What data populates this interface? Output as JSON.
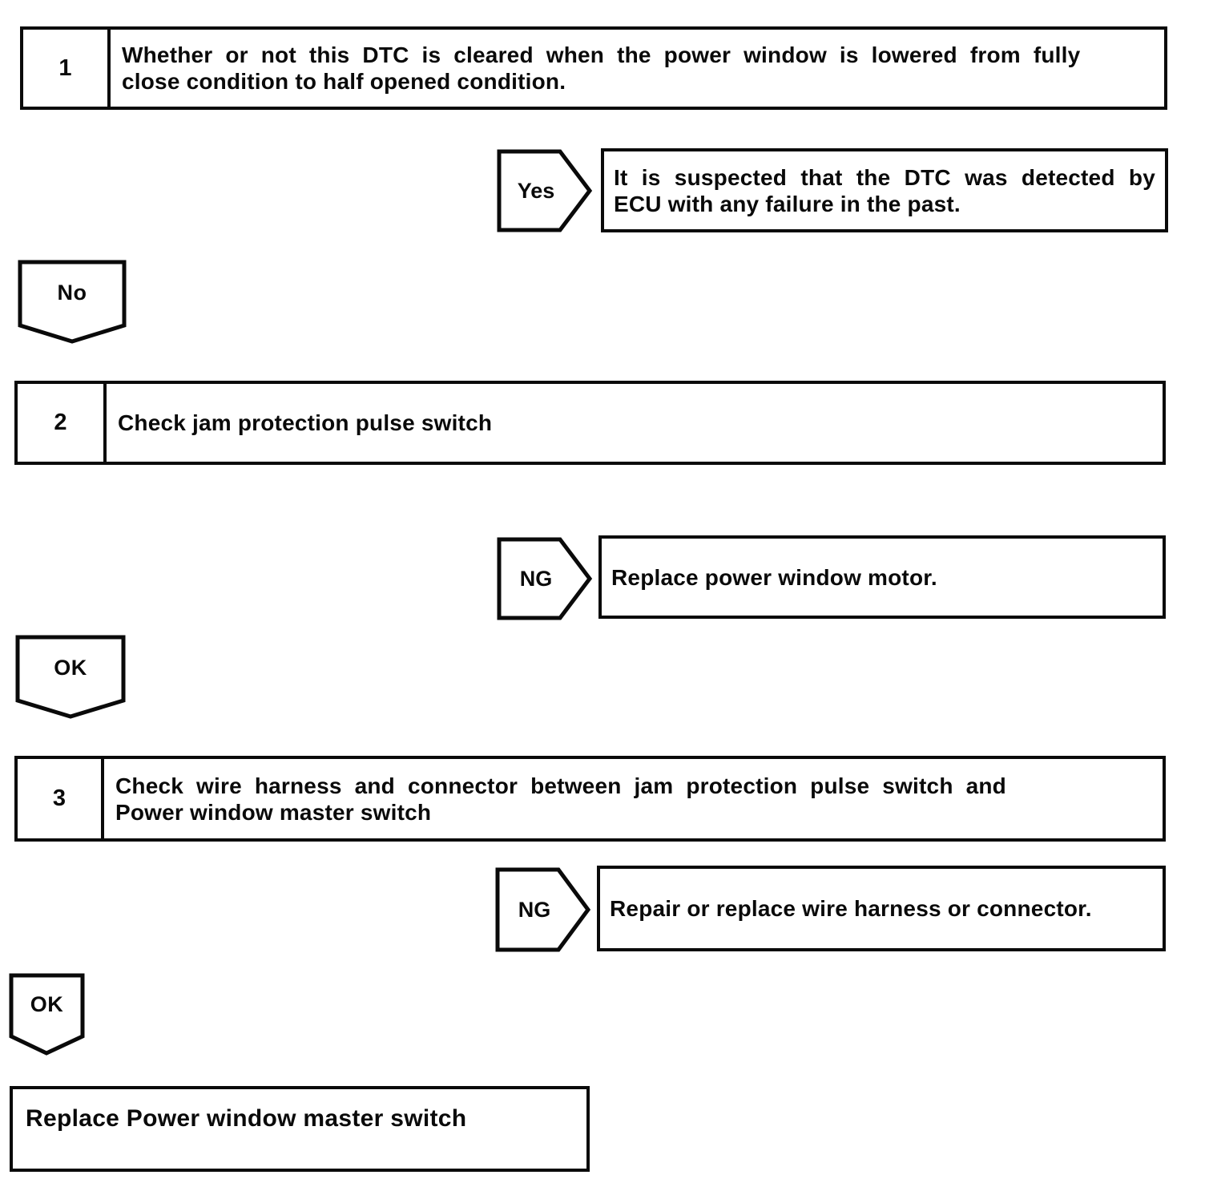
{
  "diagram": {
    "steps": [
      {
        "number": "1",
        "lines": [
          "Whether or not this DTC is cleared when the power window is lowered from fully",
          "close condition to half opened condition."
        ]
      },
      {
        "number": "2",
        "lines": [
          "Check jam protection pulse switch"
        ]
      },
      {
        "number": "3",
        "lines": [
          "Check wire harness and connector between jam protection pulse switch and",
          "Power window master switch"
        ]
      }
    ],
    "branches": [
      {
        "label": "Yes",
        "lines": [
          "It is suspected that the DTC was detected by",
          "ECU with any failure in the past."
        ]
      },
      {
        "label": "NG",
        "lines": [
          "Replace power window motor."
        ]
      },
      {
        "label": "NG",
        "lines": [
          "Repair or replace wire harness or connector."
        ]
      }
    ],
    "connectors": [
      {
        "label": "No"
      },
      {
        "label": "OK"
      },
      {
        "label": "OK"
      }
    ],
    "terminal": {
      "text": "Replace Power window master switch"
    },
    "colors": {
      "ink": "#0a0a0a",
      "paper": "#ffffff"
    }
  }
}
